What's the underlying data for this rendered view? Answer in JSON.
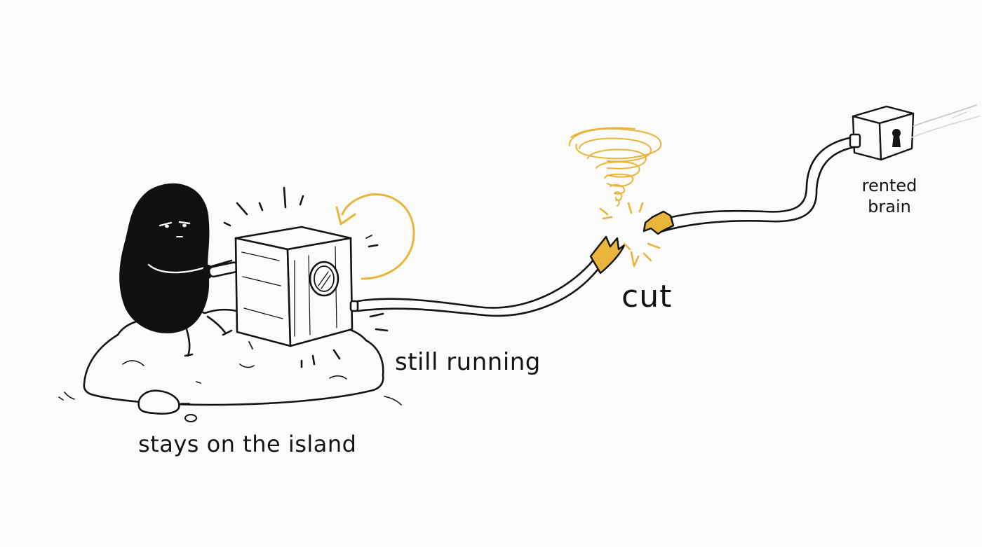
{
  "labels": {
    "still_running": "still running",
    "cut": "cut",
    "stays_on_island": "stays on the island",
    "rented_brain_line1": "rented",
    "rented_brain_line2": "brain"
  },
  "colors": {
    "ink": "#141414",
    "accent": "#e9b43a",
    "background": "#fbfbfa"
  },
  "icons": {
    "character": "bean-character",
    "machine": "hand-crank-box",
    "cable": "power-cable",
    "break": "cut-spark",
    "storm": "whirlwind",
    "brain_box": "locked-box",
    "keyhole": "keyhole-icon",
    "island": "rock-island"
  }
}
